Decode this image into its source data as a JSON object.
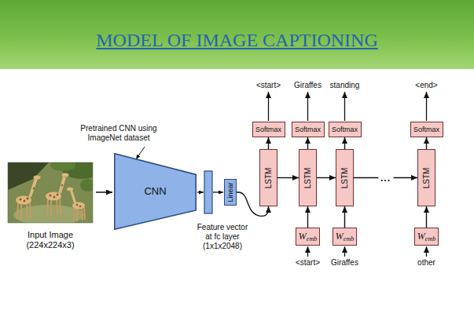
{
  "diagram": {
    "title": "MODEL OF IMAGE CAPTIONING",
    "nodes": [
      {
        "text": [
          "CNN"
        ]
      },
      {
        "text": [
          "Linear"
        ]
      },
      {
        "text": [
          "Softmax"
        ]
      },
      {
        "text": [
          "LSTM"
        ]
      },
      {
        "text": [
          "Softmax"
        ]
      },
      {
        "text": [
          "LSTM"
        ]
      },
      {
        "text": [
          "W",
          "emb"
        ]
      },
      {
        "text": [
          "Softmax"
        ]
      },
      {
        "text": [
          "LSTM"
        ]
      },
      {
        "text": [
          "W",
          "emb"
        ]
      },
      {
        "text": [
          "Softmax"
        ]
      },
      {
        "text": [
          "LSTM"
        ]
      },
      {
        "text": [
          "W",
          "emb"
        ]
      }
    ],
    "edges": [
      {
        "from": 1,
        "to": 3,
        "arrow": "to"
      },
      {
        "from": 3,
        "to": 2,
        "arrow": "to"
      },
      {
        "from": 3,
        "to": 5,
        "arrow": "to"
      },
      {
        "from": 5,
        "to": 4,
        "arrow": "to"
      },
      {
        "from": 6,
        "to": 5,
        "arrow": "to"
      },
      {
        "from": 5,
        "to": 8,
        "arrow": "to"
      },
      {
        "from": 8,
        "to": 7,
        "arrow": "to"
      },
      {
        "from": 9,
        "to": 8,
        "arrow": "to"
      },
      {
        "from": 8,
        "to": 11,
        "arrow": "to",
        "label": "..."
      },
      {
        "from": 11,
        "to": 10,
        "arrow": "to"
      },
      {
        "from": 12,
        "to": 11,
        "arrow": "to"
      }
    ],
    "labels": [
      "Pretrained CNN using ImageNet dataset",
      "Input Image (224x224x3)",
      "Feature vector at fc layer (1x1x2048)",
      "<start>",
      "Giraffes",
      "standing",
      "<end>",
      "<start>",
      "Giraffes",
      "other"
    ]
  }
}
